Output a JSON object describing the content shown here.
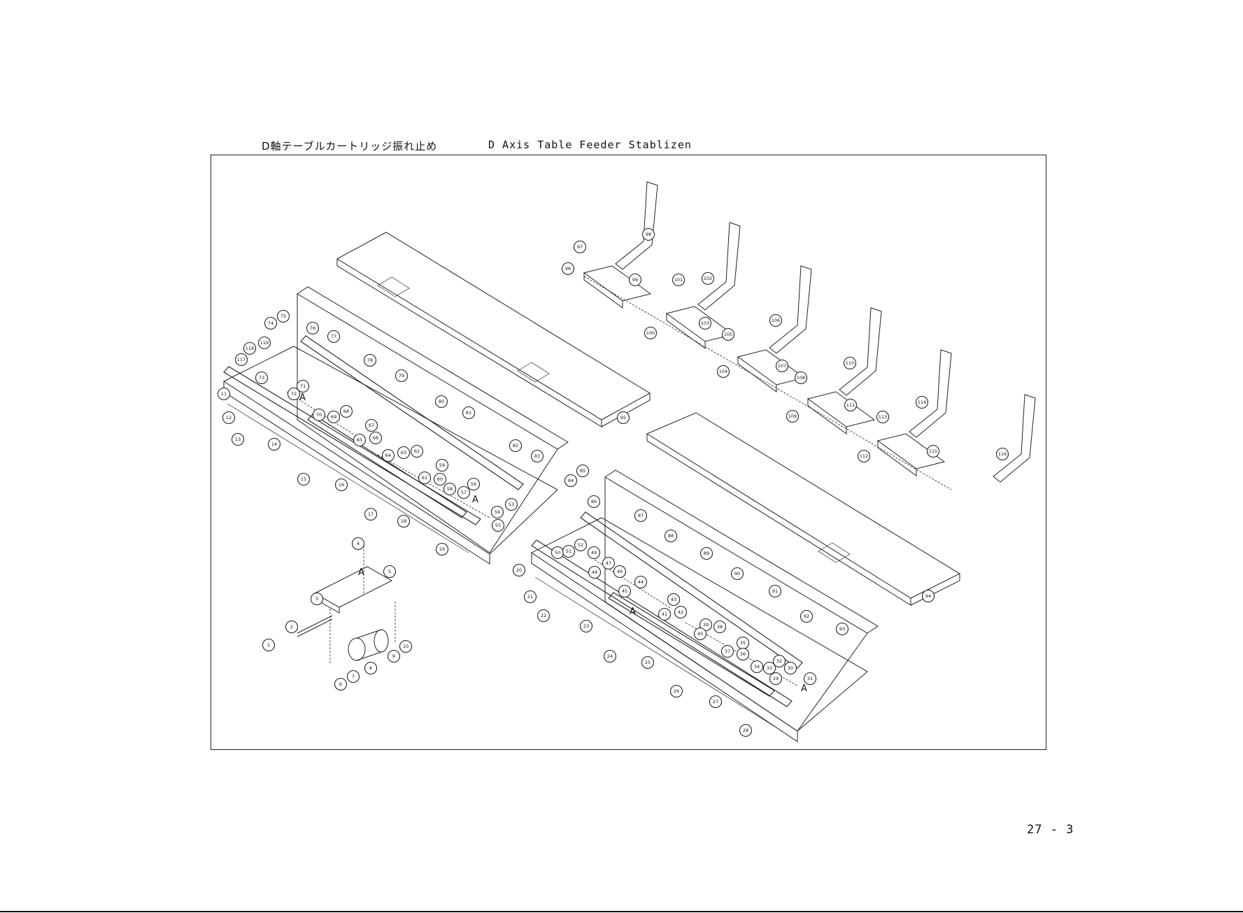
{
  "header": {
    "title_jp": "D軸テーブルカートリッジ振れ止め",
    "title_en": "D Axis Table Feeder Stablizen"
  },
  "page": {
    "number": "27 - 3"
  },
  "diagram": {
    "section_marker": "A",
    "callouts": [
      "1",
      "2",
      "3",
      "4",
      "5",
      "6",
      "7",
      "8",
      "9",
      "10",
      "11",
      "12",
      "13",
      "14",
      "15",
      "16",
      "17",
      "18",
      "19",
      "20",
      "21",
      "22",
      "23",
      "24",
      "25",
      "26",
      "27",
      "28",
      "29",
      "30",
      "31",
      "32",
      "33",
      "34",
      "35",
      "36",
      "37",
      "38",
      "39",
      "40",
      "41",
      "42",
      "43",
      "44",
      "45",
      "46",
      "47",
      "48",
      "49",
      "50",
      "51",
      "52",
      "53",
      "54",
      "55",
      "56",
      "57",
      "58",
      "59",
      "60",
      "61",
      "62",
      "63",
      "64",
      "65",
      "66",
      "67",
      "68",
      "69",
      "70",
      "71",
      "72",
      "73",
      "74",
      "75",
      "76",
      "77",
      "78",
      "79",
      "80",
      "81",
      "82",
      "83",
      "84",
      "85",
      "86",
      "87",
      "88",
      "89",
      "90",
      "91",
      "92",
      "93",
      "94",
      "95",
      "96",
      "97",
      "98",
      "99",
      "100",
      "101",
      "102",
      "103",
      "104",
      "105",
      "106",
      "107",
      "108",
      "109",
      "110",
      "111",
      "112",
      "113",
      "114",
      "115",
      "116",
      "117",
      "118",
      "119"
    ]
  }
}
